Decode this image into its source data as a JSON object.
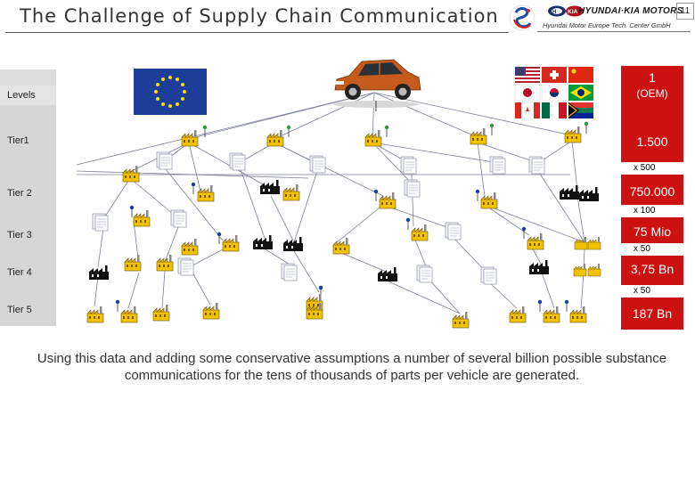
{
  "header": {
    "title": "The Challenge of Supply Chain Communication",
    "brand": "HYUNDAI·KIA MOTORS",
    "subbrand": "Hyundai Motor Europe Tech. Center GmbH",
    "page_number": "11"
  },
  "rows": {
    "levels_label": "Levels",
    "labels": [
      "Tier1",
      "Tier 2",
      "Tier 3",
      "Tier 4",
      "Tier 5"
    ]
  },
  "counts": {
    "oem_count": "1",
    "oem_label": "(OEM)",
    "tier1": "1.500",
    "tier2": "750.000",
    "tier3": "75 Mio",
    "tier4": "3,75 Bn",
    "tier5": "187 Bn",
    "mult1": "x 500",
    "mult2": "x 100",
    "mult3": "x 50",
    "mult4": "x 50"
  },
  "caption": "Using this data and adding some conservative assumptions a number of several billion possible substance communications for the tens of thousands of parts per vehicle are generated.",
  "colors": {
    "red_panel": "#cc1111",
    "eu_blue": "#1d3f99",
    "eu_star": "#ffdd00",
    "band_gray": "#d0d0d0",
    "factory_yellow": "#f2c200"
  },
  "icons": {
    "car": "suv-car-icon",
    "eu": "eu-flag-icon",
    "flags": "country-flags-icon",
    "factory": "factory-icon",
    "document": "document-icon"
  }
}
